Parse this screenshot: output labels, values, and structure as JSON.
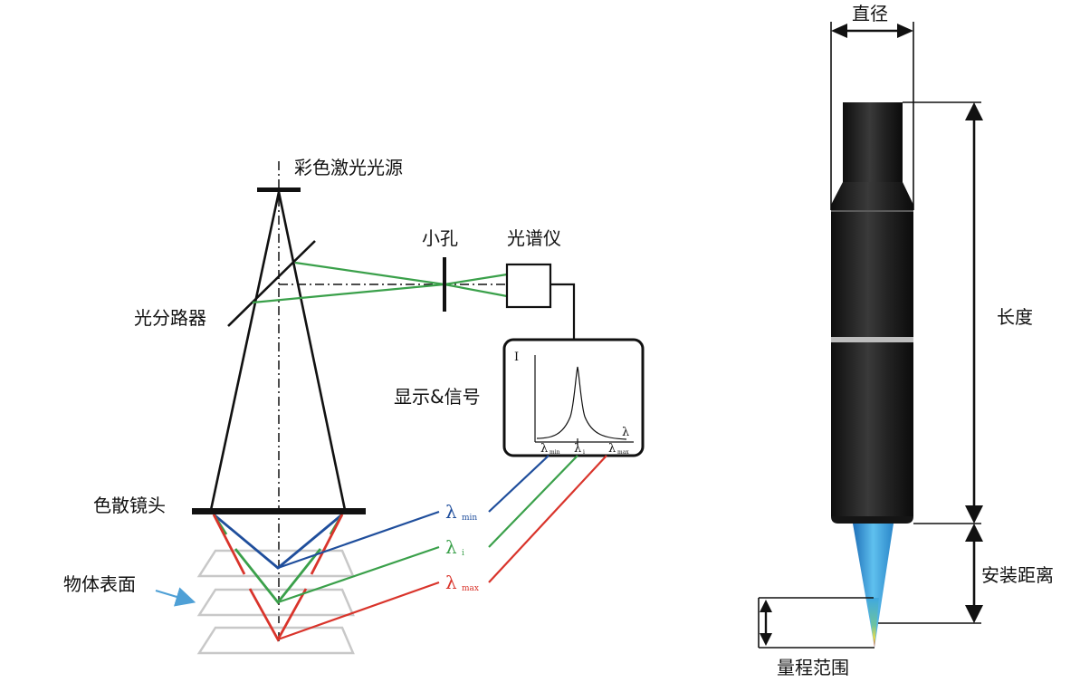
{
  "left_diagram": {
    "labels": {
      "light_source": "彩色激光光源",
      "beam_splitter": "光分路器",
      "pinhole": "小孔",
      "spectrometer": "光谱仪",
      "display_signal": "显示&信号",
      "dispersive_lens": "色散镜头",
      "object_surface": "物体表面"
    },
    "graph": {
      "y_axis_symbol": "I",
      "x_axis_symbol": "λ",
      "tick_labels": [
        {
          "symbol": "λ",
          "sub": "min"
        },
        {
          "symbol": "λ",
          "sub": "i"
        },
        {
          "symbol": "λ",
          "sub": "max"
        }
      ]
    },
    "wavelengths": [
      {
        "symbol": "λ",
        "sub": "min",
        "color": "#1f4e9c"
      },
      {
        "symbol": "λ",
        "sub": "i",
        "color": "#3aa04a"
      },
      {
        "symbol": "λ",
        "sub": "max",
        "color": "#d9342b"
      }
    ],
    "colors": {
      "green_path": "#3aa04a",
      "blue_path": "#1f4e9c",
      "red_path": "#d9342b",
      "surface_plane": "#c8c8c8",
      "pointer_arrow": "#4fa0d6"
    }
  },
  "right_diagram": {
    "labels": {
      "diameter": "直径",
      "length": "长度",
      "install_distance": "安装距离",
      "measuring_range": "量程范围"
    },
    "colors": {
      "body_dark": "#1c1c1c",
      "ring": "#bdbdbd",
      "cone_top": "#2a7fc7",
      "cone_light": "#56b5e8"
    }
  }
}
